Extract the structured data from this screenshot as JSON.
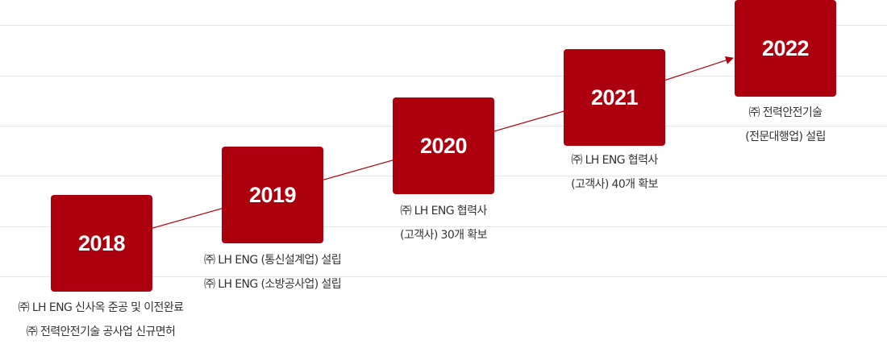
{
  "timeline": {
    "accent_color": "#ad000f",
    "milestones": [
      {
        "year": "2018",
        "lines": [
          "㈜ LH ENG 신사옥 준공 및 이전완료",
          "㈜ 전력안전기술 공사업 신규면허"
        ]
      },
      {
        "year": "2019",
        "lines": [
          "㈜ LH ENG (통신설계업) 설립",
          "㈜ LH ENG (소방공사업) 설립"
        ]
      },
      {
        "year": "2020",
        "lines": [
          "㈜ LH ENG 협력사",
          "(고객사) 30개 확보"
        ]
      },
      {
        "year": "2021",
        "lines": [
          "㈜ LH ENG 협력사",
          "(고객사) 40개 확보"
        ]
      },
      {
        "year": "2022",
        "lines": [
          "㈜ 전력안전기술",
          "(전문대행업) 설립"
        ]
      }
    ]
  }
}
